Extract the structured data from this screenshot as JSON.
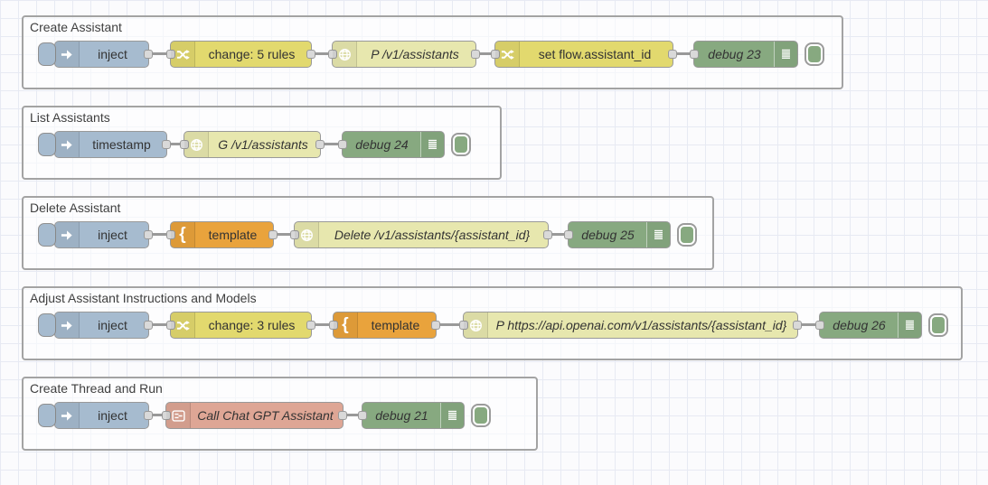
{
  "palette": {
    "inject": "#a6bbcf",
    "change": "#e2d96e",
    "http": "#e7e7ae",
    "template": "#e9a33c",
    "debug": "#87a980",
    "subflow": "#dea695",
    "port": "#d9d9d9",
    "wire": "#999999",
    "group_border": "#a3a3a3",
    "grid": "#e7eaf3"
  },
  "groups": [
    {
      "label": "Create Assistant",
      "nodes": [
        {
          "type": "inject",
          "label": "inject"
        },
        {
          "type": "change",
          "label": "change: 5 rules"
        },
        {
          "type": "http",
          "label": "P /v1/assistants"
        },
        {
          "type": "change",
          "label": "set flow.assistant_id"
        },
        {
          "type": "debug",
          "label": "debug 23"
        }
      ]
    },
    {
      "label": "List Assistants",
      "nodes": [
        {
          "type": "inject",
          "label": "timestamp"
        },
        {
          "type": "http",
          "label": "G /v1/assistants"
        },
        {
          "type": "debug",
          "label": "debug 24"
        }
      ]
    },
    {
      "label": "Delete Assistant",
      "nodes": [
        {
          "type": "inject",
          "label": "inject"
        },
        {
          "type": "template",
          "label": "template"
        },
        {
          "type": "http",
          "label": "Delete /v1/assistants/{assistant_id}"
        },
        {
          "type": "debug",
          "label": "debug 25"
        }
      ]
    },
    {
      "label": "Adjust Assistant Instructions and Models",
      "nodes": [
        {
          "type": "inject",
          "label": "inject"
        },
        {
          "type": "change",
          "label": "change: 3 rules"
        },
        {
          "type": "template",
          "label": "template"
        },
        {
          "type": "http",
          "label": "P https://api.openai.com/v1/assistants/{assistant_id}"
        },
        {
          "type": "debug",
          "label": "debug 26"
        }
      ]
    },
    {
      "label": "Create Thread and Run",
      "nodes": [
        {
          "type": "inject",
          "label": "inject"
        },
        {
          "type": "subflow",
          "label": "Call Chat GPT Assistant"
        },
        {
          "type": "debug",
          "label": "debug 21"
        }
      ]
    }
  ]
}
